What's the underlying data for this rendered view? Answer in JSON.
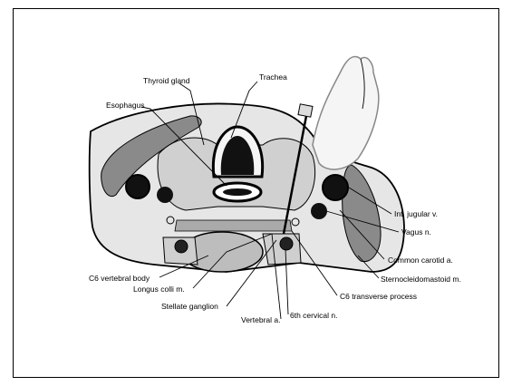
{
  "figure": {
    "labels": {
      "thyroid_gland": "Thyroid gland",
      "trachea": "Trachea",
      "esophagus": "Esophagus",
      "int_jugular": "Int. jugular v.",
      "vagus": "Vagus n.",
      "common_carotid": "Common carotid a.",
      "sternocleidomastoid": "Sternocleidomastoid m.",
      "c6_transverse": "C6 transverse process",
      "sixth_cervical_n": "6th cervical n.",
      "vertebral_a": "Vertebral a.",
      "stellate": "Stellate ganglion",
      "longus_colli": "Longus colli m.",
      "c6_vertebral_body": "C6 vertebral body"
    }
  }
}
